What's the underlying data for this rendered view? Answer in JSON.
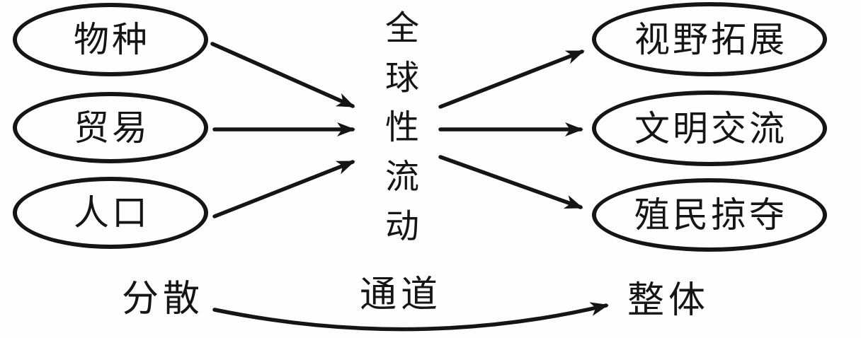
{
  "diagram": {
    "left_nodes": [
      {
        "id": "species",
        "label": "物种"
      },
      {
        "id": "trade",
        "label": "贸易"
      },
      {
        "id": "population",
        "label": "人口"
      }
    ],
    "center_node": {
      "id": "global-flow",
      "label": "全球性流动"
    },
    "right_nodes": [
      {
        "id": "vision-expansion",
        "label": "视野拓展"
      },
      {
        "id": "civilization-exchange",
        "label": "文明交流"
      },
      {
        "id": "colonial-plunder",
        "label": "殖民掠夺"
      }
    ],
    "bottom_labels": [
      {
        "id": "dispersed",
        "label": "分散"
      },
      {
        "id": "channel",
        "label": "通道"
      },
      {
        "id": "whole",
        "label": "整体"
      }
    ],
    "connections": [
      {
        "from": "物种",
        "to": "全球性流动"
      },
      {
        "from": "贸易",
        "to": "全球性流动"
      },
      {
        "from": "人口",
        "to": "全球性流动"
      },
      {
        "from": "全球性流动",
        "to": "视野拓展"
      },
      {
        "from": "全球性流动",
        "to": "文明交流"
      },
      {
        "from": "全球性流动",
        "to": "殖民掠夺"
      },
      {
        "from": "分散",
        "to": "整体",
        "via": "通道"
      }
    ],
    "colors": {
      "line": "#151515",
      "text": "#151515",
      "background": "#fefefe"
    }
  }
}
